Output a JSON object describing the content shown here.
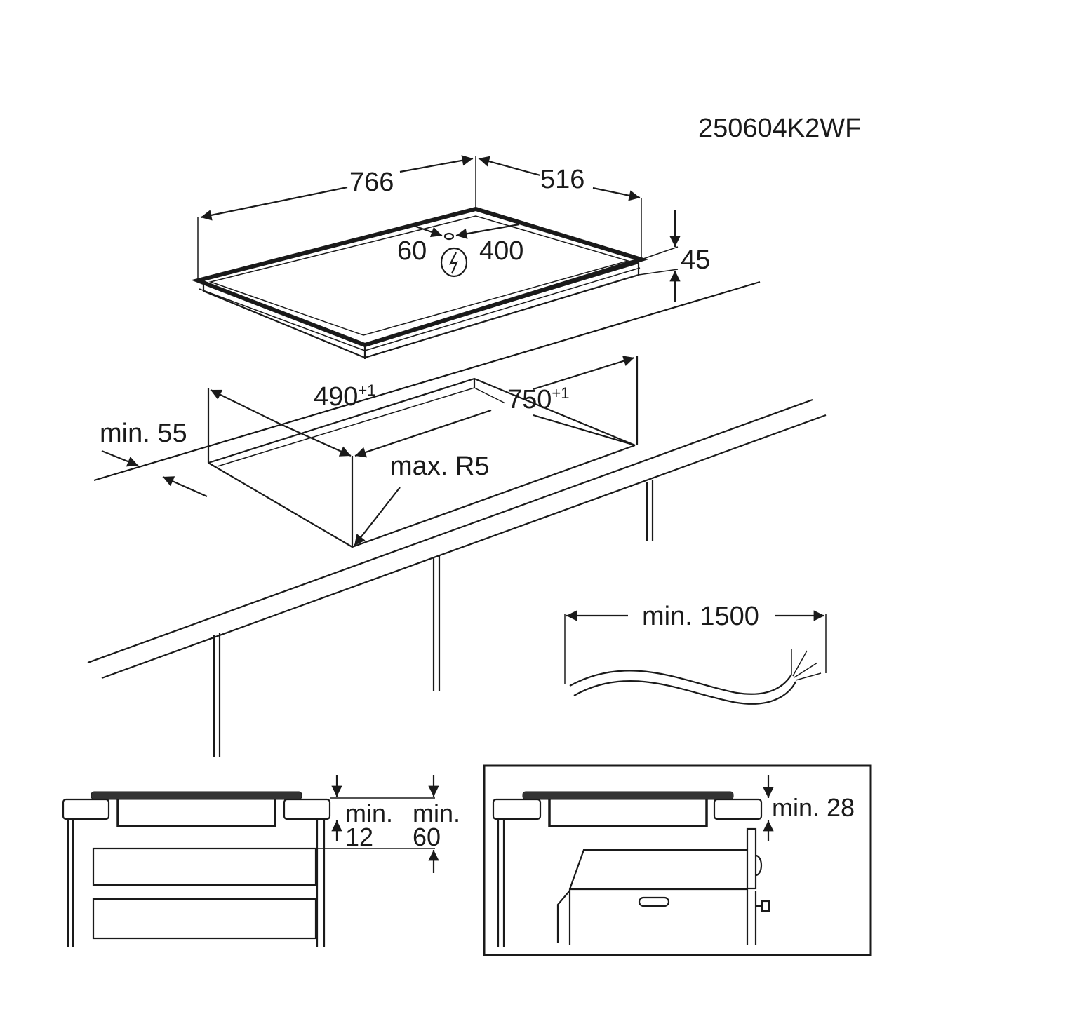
{
  "model_code": "250604K2WF",
  "hob": {
    "width": "766",
    "depth": "516",
    "height": "45",
    "connection_offset_left": "60",
    "connection_offset_right": "400",
    "electric_symbol": "lightning-circle-icon"
  },
  "cutout": {
    "depth": "490",
    "depth_tolerance": "+1",
    "width": "750",
    "width_tolerance": "+1",
    "min_front_distance": "min. 55",
    "corner_radius": "max. R5"
  },
  "cable": {
    "min_length": "min. 1500"
  },
  "drawer_install": {
    "min_label_a": "min.",
    "gap_a": "12",
    "min_label_b": "min.",
    "gap_b": "60"
  },
  "oven_install": {
    "min_gap": "min. 28"
  }
}
